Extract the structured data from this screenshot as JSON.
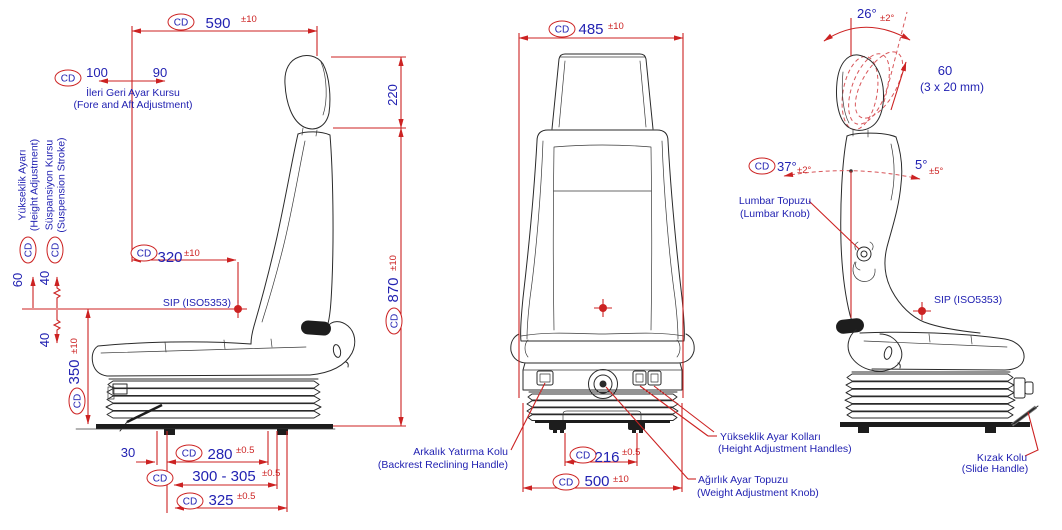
{
  "colors": {
    "dimension_red": "#cc2222",
    "annotation_blue": "#2222b2",
    "drawing_black": "#2a2a2a",
    "background": "#ffffff"
  },
  "labels": {
    "cd": "CD",
    "sip": "SIP (ISO5353)"
  },
  "side_view": {
    "dim_590": "590",
    "dim_590_tol": "±10",
    "fore_aft_left": "100",
    "fore_aft_right": "90",
    "fore_aft_tr": "İleri Geri Ayar Kursu",
    "fore_aft_en": "(Fore and Aft Adjustment)",
    "height_adj_tr": "Yükseklik Ayarı",
    "height_adj_en": "(Height Adjustment)",
    "susp_tr": "Süspansiyon Kursu",
    "susp_en": "(Suspension Stroke)",
    "dim_60": "60",
    "dim_40_up": "40",
    "dim_40_down": "40",
    "dim_350": "350",
    "dim_350_tol": "±10",
    "dim_320": "320",
    "dim_320_tol": "±10",
    "dim_220": "220",
    "dim_870": "870",
    "dim_870_tol": "±10",
    "dim_30": "30",
    "dim_280": "280",
    "dim_280_tol": "±0.5",
    "dim_300_305": "300 - 305",
    "dim_300_305_tol": "±0.5",
    "dim_325": "325",
    "dim_325_tol": "±0.5"
  },
  "front_view": {
    "dim_485": "485",
    "dim_485_tol": "±10",
    "dim_216": "216",
    "dim_216_tol": "±0.5",
    "dim_500": "500",
    "dim_500_tol": "±10",
    "backrest_handle_tr": "Arkalık Yatırma Kolu",
    "backrest_handle_en": "(Backrest Reclining Handle)",
    "height_handles_tr": "Yükseklik Ayar Kolları",
    "height_handles_en": "(Height Adjustment Handles)",
    "weight_knob_tr": "Ağırlık Ayar Topuzu",
    "weight_knob_en": "(Weight Adjustment Knob)"
  },
  "rear_view": {
    "angle_26": "26°",
    "angle_26_tol": "±2°",
    "headrest_travel": "60",
    "headrest_travel_note": "(3 x 20 mm)",
    "angle_37": "37°",
    "angle_37_tol": "±2°",
    "angle_5": "5°",
    "angle_5_tol": "±5°",
    "lumbar_tr": "Lumbar Topuzu",
    "lumbar_en": "(Lumbar Knob)",
    "slide_handle_tr": "Kızak Kolu",
    "slide_handle_en": "(Slide Handle)"
  }
}
